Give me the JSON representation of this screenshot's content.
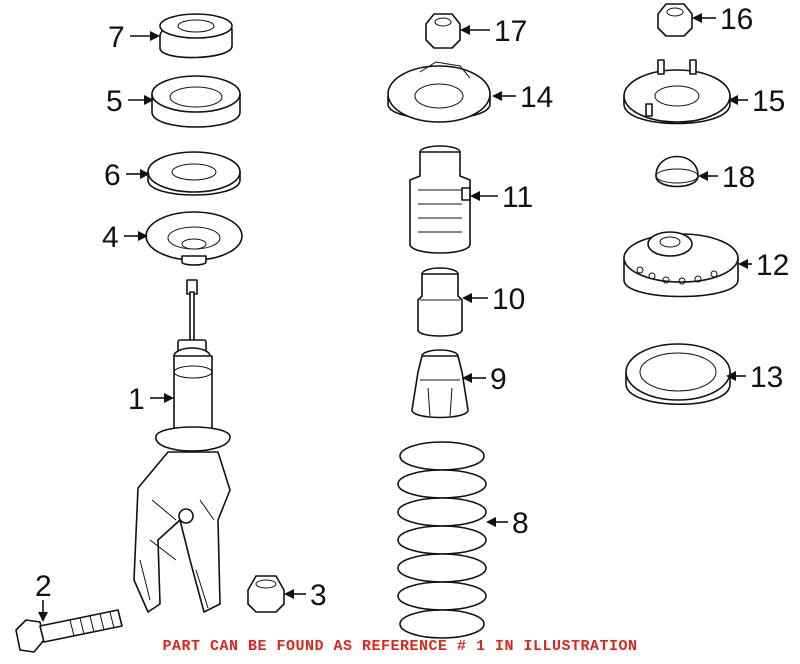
{
  "callouts": {
    "c1": "1",
    "c2": "2",
    "c3": "3",
    "c4": "4",
    "c5": "5",
    "c6": "6",
    "c7": "7",
    "c8": "8",
    "c9": "9",
    "c10": "10",
    "c11": "11",
    "c12": "12",
    "c13": "13",
    "c14": "14",
    "c15": "15",
    "c16": "16",
    "c17": "17",
    "c18": "18"
  },
  "footer_note": "PART CAN BE FOUND AS REFERENCE # 1 IN ILLUSTRATION",
  "colors": {
    "note": "#e2231a",
    "ink": "#111111"
  }
}
